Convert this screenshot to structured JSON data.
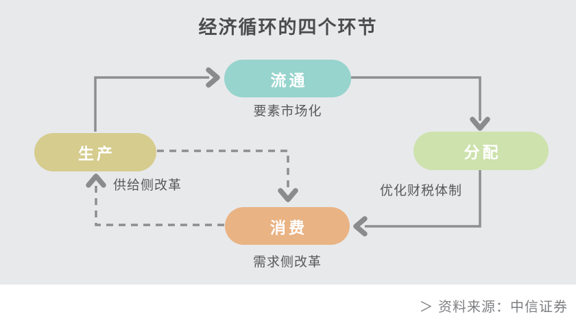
{
  "title": "经济循环的四个环节",
  "nodes": [
    {
      "id": "circulation",
      "label": "流通",
      "sublabel": "要素市场化",
      "color": "#97d4cd"
    },
    {
      "id": "distribution",
      "label": "分配",
      "sublabel": "优化财税体制",
      "color": "#cde2ac"
    },
    {
      "id": "consumption",
      "label": "消费",
      "sublabel": "需求侧改革",
      "color": "#e9b384"
    },
    {
      "id": "production",
      "label": "生产",
      "sublabel": "供给侧改革",
      "color": "#d5cc8e"
    }
  ],
  "source": "＞ 资料来源：中信证券",
  "colors": {
    "panel_background": "#e8e9eb",
    "footer_background": "#ffffff",
    "title_text": "#4b4c4e",
    "sublabel_text": "#58595b",
    "node_text": "#ffffff",
    "arrow_gray": "#8d8e90",
    "source_text": "#7e7f82"
  }
}
